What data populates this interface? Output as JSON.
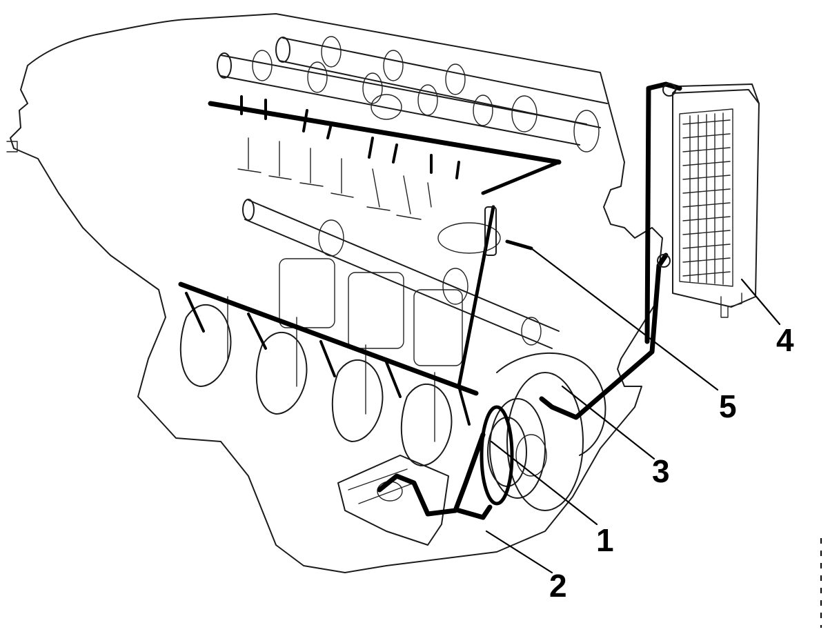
{
  "diagram": {
    "subject": "engine-lubrication-circuit",
    "callouts": [
      {
        "id": "1",
        "label": "1",
        "target": "oil-pump"
      },
      {
        "id": "2",
        "label": "2",
        "target": "oil-strainer-pickup"
      },
      {
        "id": "3",
        "label": "3",
        "target": "oil-filter-housing"
      },
      {
        "id": "4",
        "label": "4",
        "target": "oil-cooler"
      },
      {
        "id": "5",
        "label": "5",
        "target": "oil-pressure-switch"
      }
    ],
    "colors": {
      "ink": "#000000",
      "background": "#ffffff"
    }
  }
}
